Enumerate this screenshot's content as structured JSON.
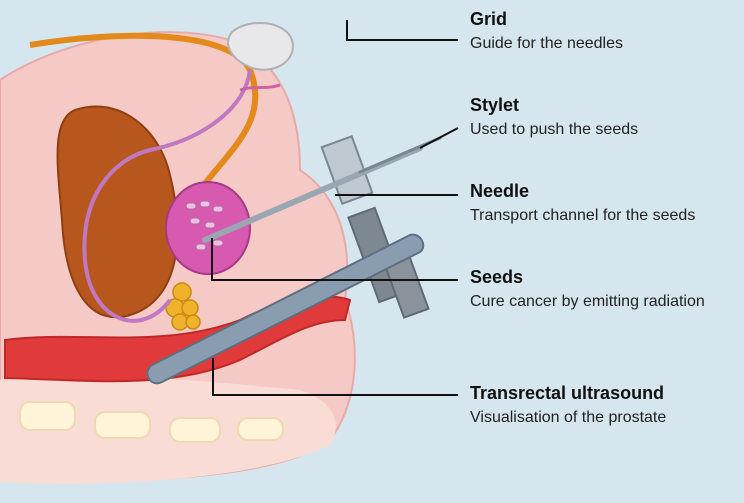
{
  "labels": [
    {
      "id": "grid",
      "title": "Grid",
      "description": "Guide for the needles"
    },
    {
      "id": "stylet",
      "title": "Stylet",
      "description": "Used to push the seeds"
    },
    {
      "id": "needle",
      "title": "Needle",
      "description": "Transport channel for the seeds"
    },
    {
      "id": "seeds",
      "title": "Seeds",
      "description": "Cure cancer by emitting radiation"
    },
    {
      "id": "ultrasound",
      "title": "Transrectal ultrasound",
      "description": "Visualisation of the prostate"
    }
  ],
  "colors": {
    "background": "#d6e6ee",
    "tissue": "#f5c9c6",
    "bladder": "#b8571d",
    "prostate": "#d85ab0",
    "seeds": "#e8a0d8",
    "rectum": "#e03a3a",
    "probe": "#8a9db0",
    "needle": "#9aa7b2",
    "grid": "#8f9aa3",
    "leader_line": "#111111"
  }
}
